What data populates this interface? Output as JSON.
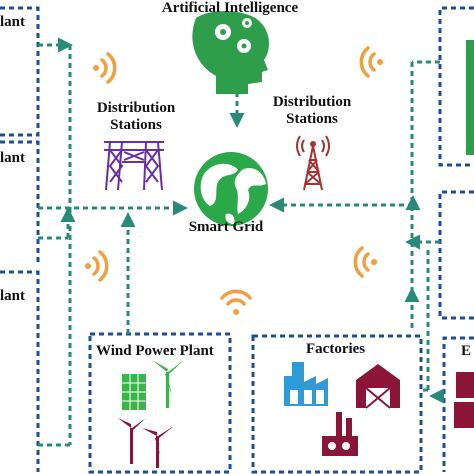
{
  "ai": {
    "label": "Artificial Intelligence",
    "icon": "ai-head-icon"
  },
  "distribution_left": {
    "line1": "Distribution",
    "line2": "Stations",
    "icon": "transmission-tower-icon"
  },
  "distribution_right": {
    "line1": "Distribution",
    "line2": "Stations",
    "icon": "radio-tower-icon"
  },
  "smart_grid": {
    "label": "Smart Grid",
    "icon": "globe-icon"
  },
  "left_plants": {
    "top": "lant",
    "middle": "lant",
    "bottom": "lant"
  },
  "wind": {
    "label": "Wind Power Plant",
    "icons": [
      "solar-panel-icon",
      "wind-turbine-icon"
    ]
  },
  "factories": {
    "label": "Factories",
    "icons": [
      "factory-icon",
      "barn-icon",
      "power-plant-icon"
    ]
  },
  "right_box": {
    "label": "E"
  },
  "signal_icon": "wifi-signal-icon",
  "colors": {
    "frame_dash": "#1f4e99",
    "arrow_dash": "#2a8a7a",
    "ai_green": "#2e9e4c",
    "globe_green": "#2aa84a",
    "tower_purple": "#6a2fa0",
    "tower_red": "#a83232",
    "signal_orange": "#f0a040",
    "panel_green": "#3bb54a",
    "turbine_red": "#8a1538",
    "factory_blue": "#2e9bd6"
  }
}
